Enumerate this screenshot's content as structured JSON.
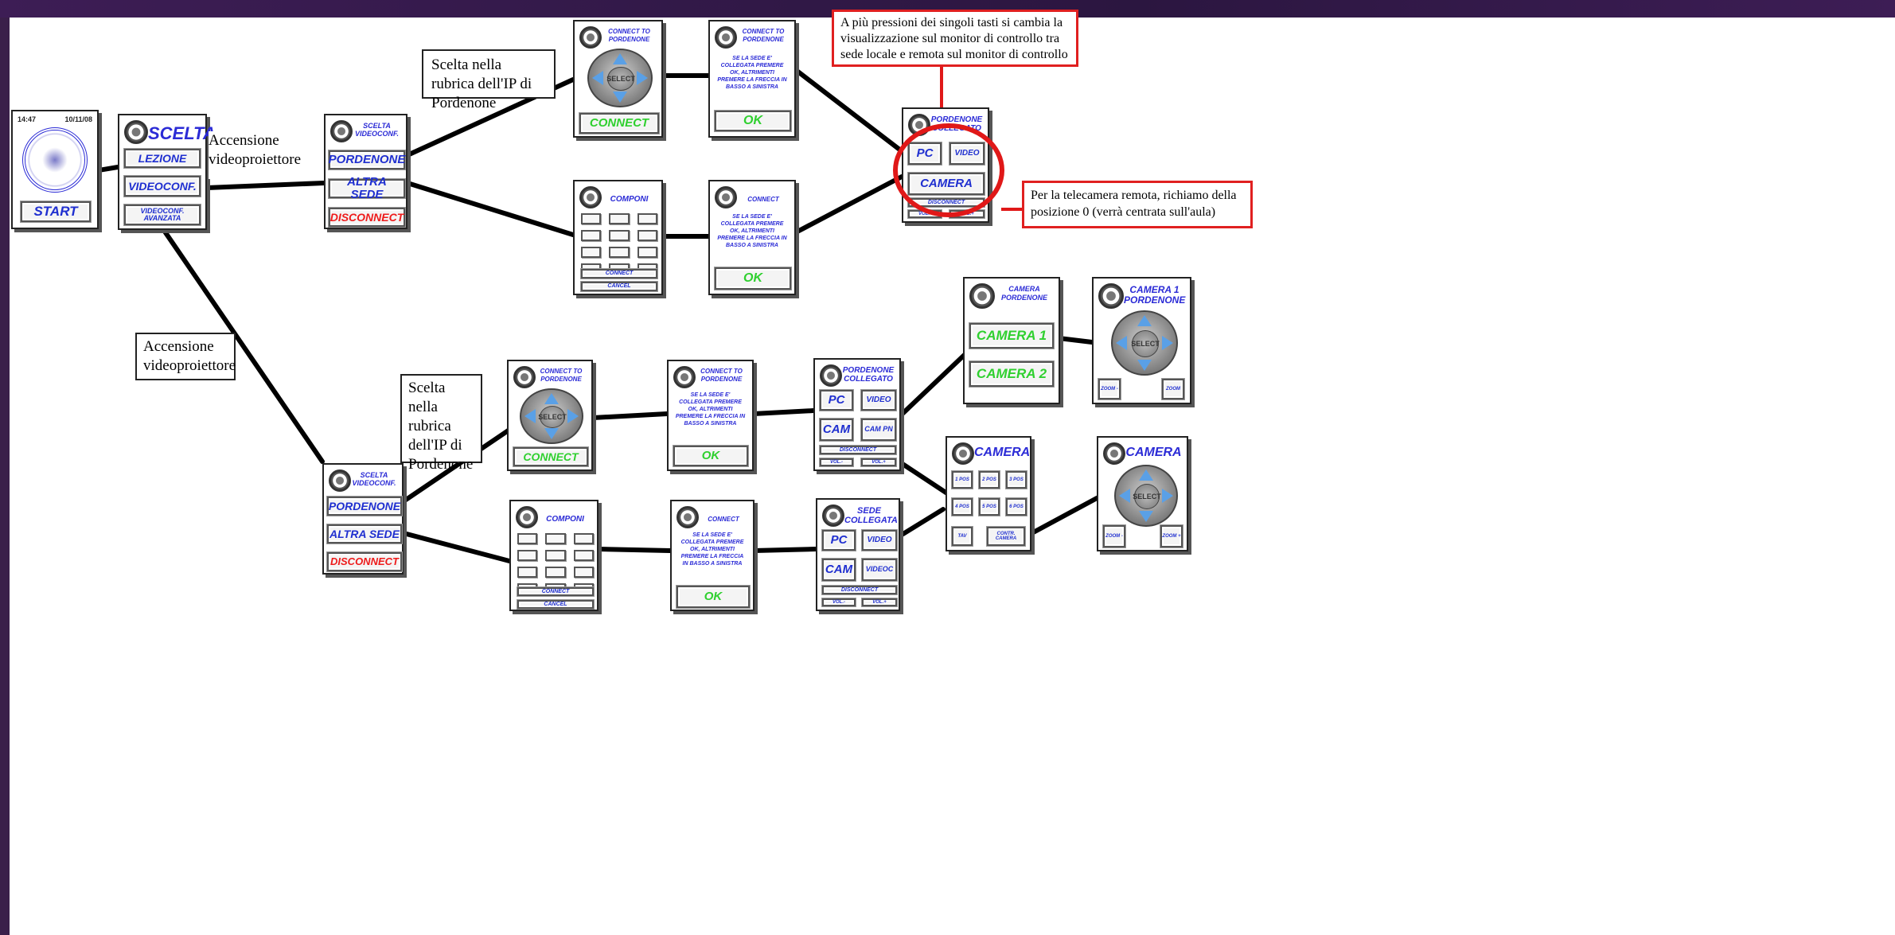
{
  "colors": {
    "accent_blue": "#2b2bd6",
    "warning_red": "#ee1b1b",
    "ok_green": "#2fd02f",
    "annotation_red": "#e01818",
    "frame_purple": "#3a1f4a"
  },
  "start_panel": {
    "time": "14:47",
    "date": "10/11/08",
    "start": "START"
  },
  "scelta_panel": {
    "title": "SCELTA",
    "lezione": "LEZIONE",
    "videoconf": "VIDEOCONF.",
    "avanzata": "VIDEOCONF. AVANZATA"
  },
  "sv1": {
    "title": "SCELTA VIDEOCONF.",
    "pordenone": "PORDENONE",
    "altra": "ALTRA SEDE",
    "disconnect": "DISCONNECT"
  },
  "sv2": {
    "title": "SCELTA VIDEOCONF.",
    "pordenone": "PORDENONE",
    "altra": "ALTRA SEDE",
    "disconnect": "DISCONNECT"
  },
  "ct1": {
    "title": "CONNECT TO PORDENONE",
    "select": "SELECT",
    "connect": "CONNECT"
  },
  "ct2": {
    "title": "CONNECT TO PORDENONE",
    "select": "SELECT",
    "connect": "CONNECT"
  },
  "conf1": {
    "title": "CONNECT TO PORDENONE",
    "msg": "SE LA SEDE E' COLLEGATA PREMERE OK, ALTRIMENTI PREMERE LA FRECCIA IN BASSO A SINISTRA",
    "ok": "OK"
  },
  "conf2": {
    "title": "CONNECT TO PORDENONE",
    "msg": "SE LA SEDE E' COLLEGATA PREMERE OK, ALTRIMENTI PREMERE LA FRECCIA IN BASSO A SINISTRA",
    "ok": "OK"
  },
  "comp1": {
    "title": "COMPONI",
    "connect": "CONNECT",
    "cancel": "CANCEL"
  },
  "comp2": {
    "title": "COMPONI",
    "connect": "CONNECT",
    "cancel": "CANCEL"
  },
  "cc1": {
    "title": "CONNECT",
    "msg": "SE LA SEDE E' COLLEGATA PREMERE OK, ALTRIMENTI PREMERE LA FRECCIA IN BASSO A SINISTRA",
    "ok": "OK"
  },
  "cc2": {
    "title": "CONNECT",
    "msg": "SE LA SEDE E' COLLEGATA PREMERE OK, ALTRIMENTI PREMERE LA FRECCIA IN BASSO A SINISTRA",
    "ok": "OK"
  },
  "pc_top": {
    "title": "PORDENONE COLLEGATO",
    "pc": "PC",
    "video": "VIDEO",
    "camera": "CAMERA",
    "disconnect": "DISCONNECT",
    "vol_minus": "VOL.-",
    "vol_plus": "VOL.+"
  },
  "pc_mid": {
    "title": "PORDENONE COLLEGATO",
    "pc": "PC",
    "video": "VIDEO",
    "cam": "CAM",
    "campn": "CAM PN",
    "disconnect": "DISCONNECT",
    "vol_minus": "VOL.-",
    "vol_plus": "VOL.+"
  },
  "sede": {
    "title": "SEDE COLLEGATA",
    "pc": "PC",
    "video": "VIDEO",
    "cam": "CAM",
    "videoc": "VIDEOC",
    "disconnect": "DISCONNECT",
    "vol_minus": "VOL.-",
    "vol_plus": "VOL.+"
  },
  "camp": {
    "title": "CAMERA PORDENONE",
    "cam1": "CAMERA 1",
    "cam2": "CAMERA 2"
  },
  "cam1p": {
    "title": "CAMERA 1 PORDENONE",
    "select": "SELECT",
    "zoom_minus": "ZOOM -",
    "zoom_plus": "ZOOM"
  },
  "camera_panel": {
    "title": "CAMERA",
    "pos": [
      "1 POS",
      "2 POS",
      "3 POS",
      "4 POS",
      "5 POS",
      "6 POS"
    ],
    "tav": "TAV",
    "controllo": "CONTR. CAMERA"
  },
  "camera2": {
    "title": "CAMERA",
    "select": "SELECT",
    "zoom_minus": "ZOOM -",
    "zoom_plus": "ZOOM +"
  },
  "labels": {
    "scelta_rubrica_top": "Scelta nella rubrica dell'IP di Pordenone",
    "accensione_top": "Accensione videoproiettore",
    "accensione_bottom": "Accensione videoproiettore",
    "scelta_rubrica_bottom": "Scelta nella rubrica dell'IP di Pordenone"
  },
  "annotations": {
    "pressioni": "A più pressioni dei singoli tasti si cambia la visualizzazione sul monitor di controllo tra sede locale e remota sul monitor di controllo",
    "telecamera": "Per la telecamera remota, richiamo della posizione 0 (verrà centrata sull'aula)"
  }
}
